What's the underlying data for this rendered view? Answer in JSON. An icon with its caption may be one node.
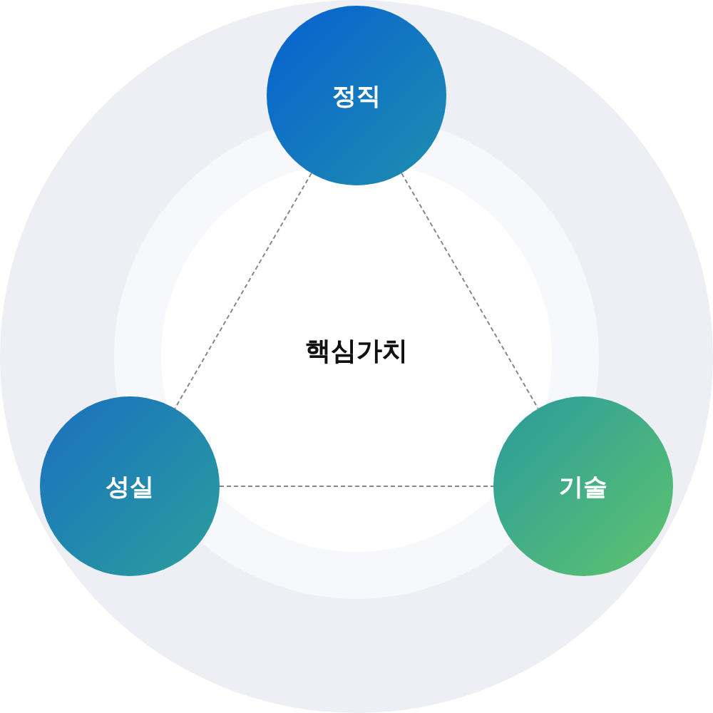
{
  "diagram": {
    "nodes": [
      {
        "text": [
          "정직"
        ]
      },
      {
        "text": [
          "성실"
        ]
      },
      {
        "text": [
          "기술"
        ]
      }
    ],
    "edges": [
      {
        "from": 0,
        "to": 1,
        "arrow": "none",
        "style": "dashed"
      },
      {
        "from": 0,
        "to": 2,
        "arrow": "none",
        "style": "dashed"
      },
      {
        "from": 1,
        "to": 2,
        "arrow": "none",
        "style": "dashed"
      }
    ],
    "labels": [
      "핵심가치"
    ]
  }
}
